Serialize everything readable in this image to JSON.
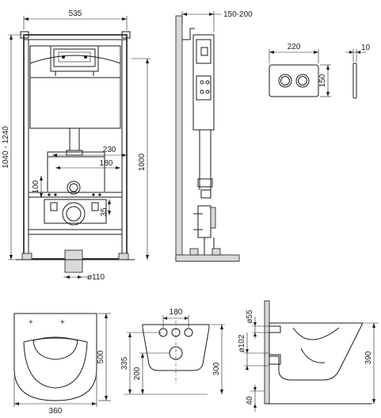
{
  "front_frame": {
    "width_label": "535",
    "height_range_label": "1040 - 1240",
    "height_label": "1000",
    "outlet_span_label": "230",
    "inner_span_label": "180",
    "left_offset_label": "100",
    "outlet_offset_label": "35",
    "pipe_diameter_label": "ø110"
  },
  "side_frame": {
    "depth_label": "150-200"
  },
  "flush_plate": {
    "width_label": "220",
    "height_label": "150",
    "thickness_label": "10"
  },
  "bowl_top": {
    "length_label": "500",
    "width_label": "360"
  },
  "bowl_back": {
    "bolt_span_label": "180",
    "overall_height_label": "335",
    "lower_height_label": "200",
    "side_height_label": "300"
  },
  "bowl_side": {
    "inlet_diameter_label": "ø55",
    "outlet_diameter_label": "ø102",
    "height_label": "390",
    "floor_gap_label": "40"
  }
}
